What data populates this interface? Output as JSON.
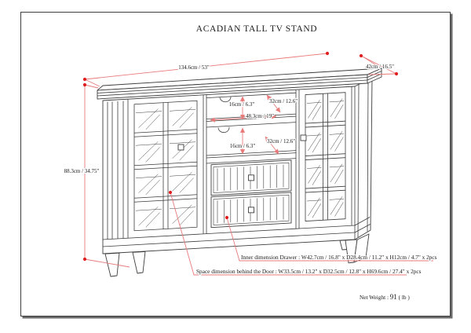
{
  "title": "ACADIAN TALL TV STAND",
  "colors": {
    "dimension_line": "#e87a7a",
    "dimension_dot": "#e02020",
    "drawing_line": "#3d3d3d",
    "border": "#3f3f3f"
  },
  "dimensions": {
    "width": "134.6cm / 53\"",
    "depth": "42cm / 16.5\"",
    "height": "88.3cm / 34.75\"",
    "shelf_gap_1": "16cm / 6.3\"",
    "shelf_depth_1": "32cm / 12.6\"",
    "shelf_width": "48.3cm / 19\"",
    "shelf_gap_2": "16cm / 6.3\"",
    "shelf_depth_2": "32cm / 12.6\""
  },
  "notes": {
    "drawer": "Inner dimension Drawer : W42.7cm / 16.8\" x D28.4cm / 11.2\" x H12cm / 4.7\" x 2pcs",
    "door": "Space dimension behind the Door  : W33.5cm / 13.2\" x D32.5cm / 12.8\" x H69.6cm / 27.4\" x 2pcs"
  },
  "net_weight": {
    "label": "Net Weight : ",
    "value": "91",
    "unit": " ( lb )"
  }
}
